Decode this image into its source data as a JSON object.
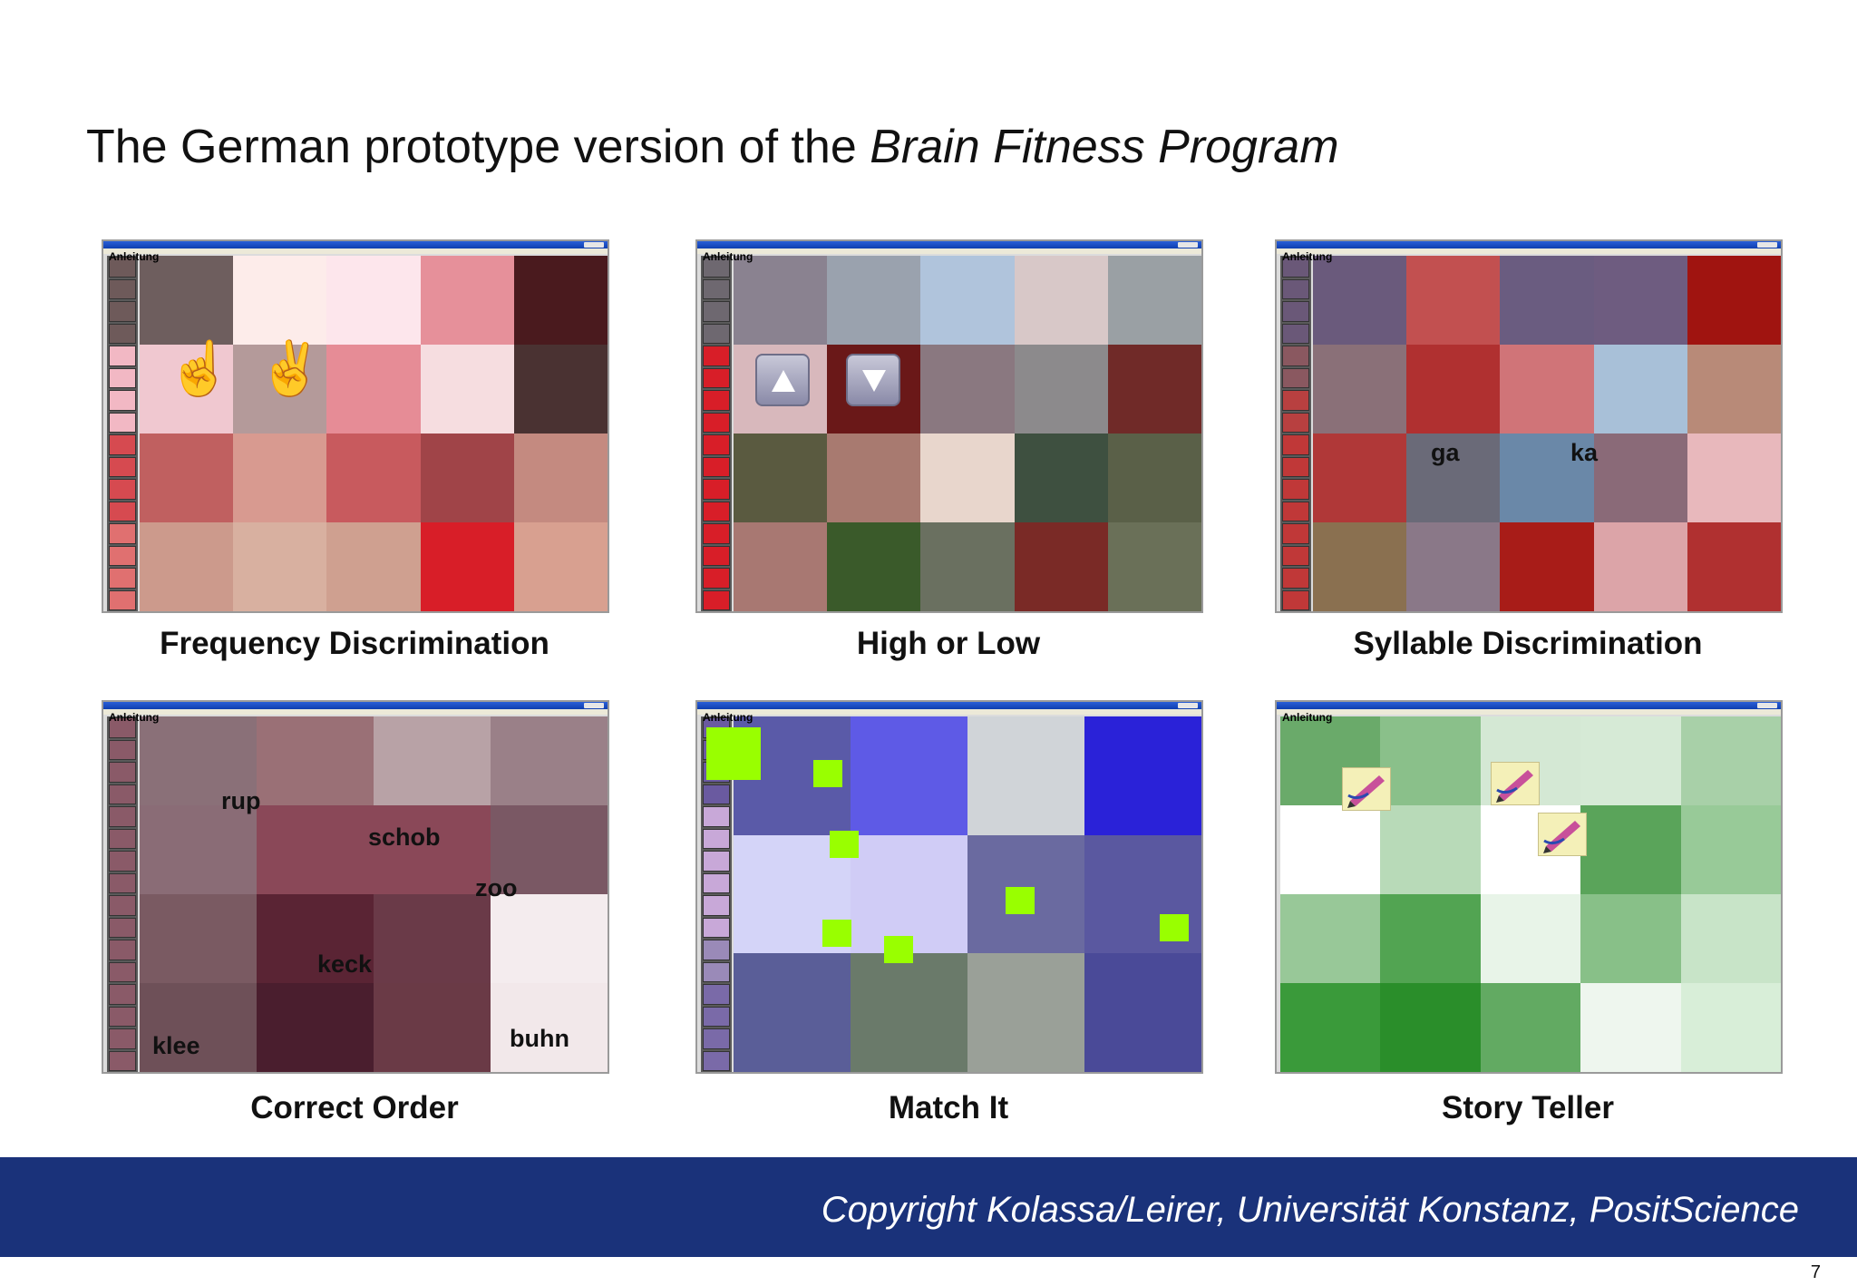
{
  "slide_title": {
    "main": "The German prototype version of the ",
    "italic": "Brain Fitness Program"
  },
  "screenshot_header_label": "Anleitung",
  "panels": [
    {
      "caption": "Frequency Discrimination"
    },
    {
      "caption": "High or Low"
    },
    {
      "caption": "Syllable Discrimination",
      "words": [
        "ga",
        "ka"
      ]
    },
    {
      "caption": "Correct Order",
      "words": [
        "rup",
        "schob",
        "zoo",
        "keck",
        "klee",
        "buhn"
      ]
    },
    {
      "caption": "Match It"
    },
    {
      "caption": "Story Teller"
    }
  ],
  "footer": {
    "copyright": "Copyright Kolassa/Leirer, Universität Konstanz, PositScience"
  },
  "page_number": "7",
  "colors": {
    "footer_bg": "#1a327a",
    "match_square": "#99ff00"
  },
  "icons": {
    "frequency_hand_1": "one-finger-hand-icon",
    "frequency_hand_2": "victory-hand-icon",
    "high_or_low_up": "up-arrow-icon",
    "high_or_low_down": "down-arrow-icon",
    "story_teller": "pen-writing-icon"
  }
}
